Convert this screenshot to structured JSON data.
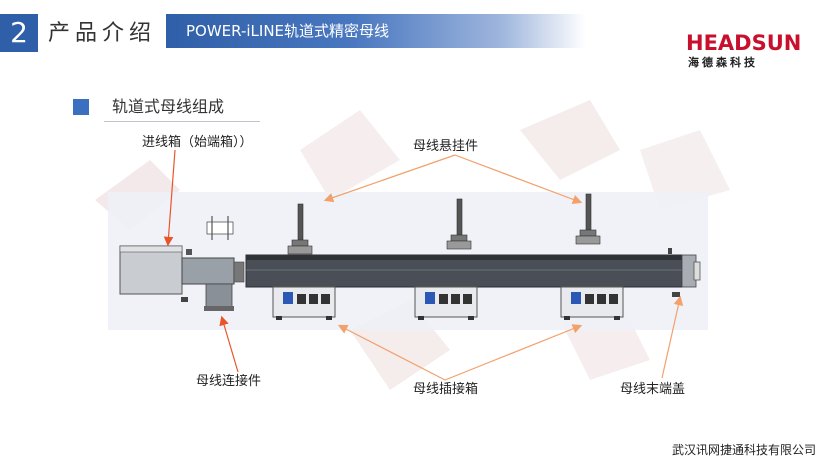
{
  "header": {
    "section_number": "2",
    "section_title": "产品介绍",
    "title_bar": "POWER-iLINE轨道式精密母线"
  },
  "logo": {
    "brand": "HEADSUN",
    "brand_cn": "海德森科技"
  },
  "subheading": "轨道式母线组成",
  "labels": {
    "inlet_box": "进线箱（始端箱））",
    "hanger": "母线悬挂件",
    "connector": "母线连接件",
    "plug_box": "母线插接箱",
    "end_cap": "母线末端盖"
  },
  "footer": {
    "company": "武汉讯网捷通科技有限公司"
  },
  "colors": {
    "accent_blue": "#2f5fa8",
    "logo_red": "#c8102e",
    "arrow_red": "#e8552a",
    "arrow_orange": "#f3a06b",
    "busbar_dark": "#4a4f57"
  }
}
